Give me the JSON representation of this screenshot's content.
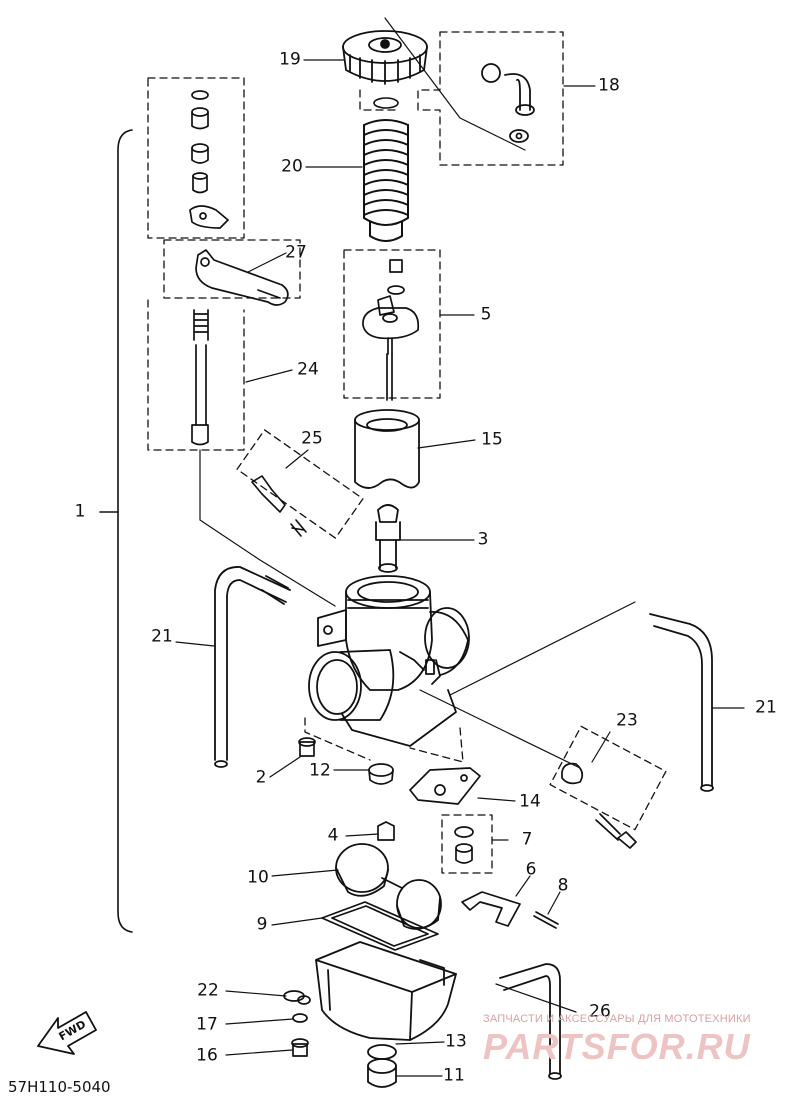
{
  "diagram": {
    "callouts": {
      "c1": "1",
      "c2": "2",
      "c3": "3",
      "c4": "4",
      "c5": "5",
      "c6": "6",
      "c7": "7",
      "c8": "8",
      "c9": "9",
      "c10": "10",
      "c11": "11",
      "c12": "12",
      "c13": "13",
      "c14": "14",
      "c15": "15",
      "c16": "16",
      "c17": "17",
      "c18": "18",
      "c19": "19",
      "c20": "20",
      "c21a": "21",
      "c21b": "21",
      "c22": "22",
      "c23": "23",
      "c24": "24",
      "c25": "25",
      "c26": "26",
      "c27": "27"
    },
    "part_code": "57H110-5040",
    "direction_marker": "FWD"
  },
  "watermark": {
    "line1": "ЗАПЧАСТИ И АКСЕССУАРЫ ДЛЯ МОТОТЕХНИКИ",
    "line2": "PARTSFOR.RU"
  }
}
